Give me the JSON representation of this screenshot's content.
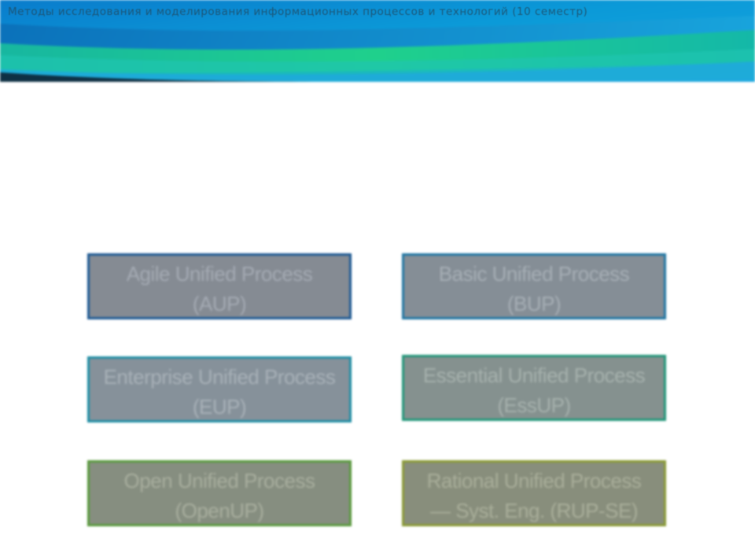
{
  "header": {
    "title": "Методы исследования и моделирования информационных процессов и технологий (10 семестр)"
  },
  "boxes": [
    {
      "line1": "Agile Unified Process",
      "line2": "(AUP)"
    },
    {
      "line1": "Basic Unified Process",
      "line2": "(BUP)"
    },
    {
      "line1": "Enterprise Unified Process",
      "line2": "(EUP)"
    },
    {
      "line1": "Essential Unified Process",
      "line2": "(EssUP)"
    },
    {
      "line1": "Open Unified Process",
      "line2": "(OpenUP)"
    },
    {
      "line1": "Rational Unified Process",
      "line2": "— Syst. Eng. (RUP-SE)"
    }
  ],
  "colors": {
    "header_blue": "#0a8fd6",
    "header_green": "#19c08a",
    "box_fill": "#878d93",
    "box_border_blue": "#1b5c93",
    "box_border_green": "#5a9a3e"
  }
}
